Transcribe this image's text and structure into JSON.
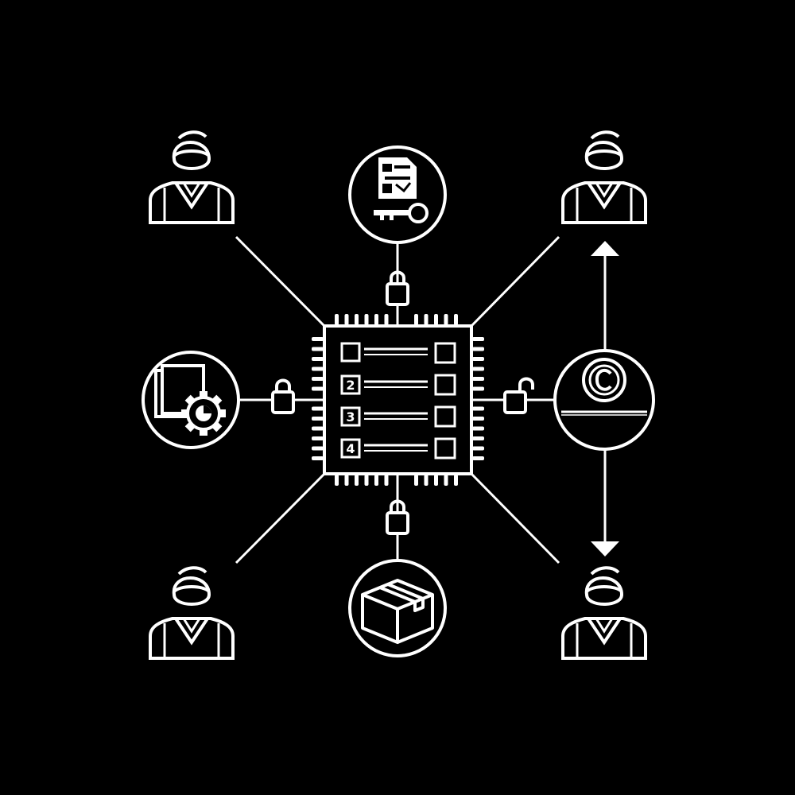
{
  "colors": {
    "background": "#000000",
    "stroke": "#ffffff"
  },
  "chip": {
    "rows": [
      {
        "number": "",
        "checkbox": "empty"
      },
      {
        "number": "2",
        "checkbox": "empty"
      },
      {
        "number": "3",
        "checkbox": "empty"
      },
      {
        "number": "4",
        "checkbox": "empty"
      }
    ]
  },
  "nodes": {
    "top": "document-key-icon",
    "left": "document-gear-icon",
    "right": "copyright-coin-icon",
    "bottom": "package-box-icon"
  },
  "locks": {
    "top": "closed",
    "left": "closed",
    "right": "open",
    "bottom": "closed"
  },
  "users": [
    "top-left",
    "top-right",
    "bottom-left",
    "bottom-right"
  ],
  "arrows": [
    "up",
    "down"
  ]
}
